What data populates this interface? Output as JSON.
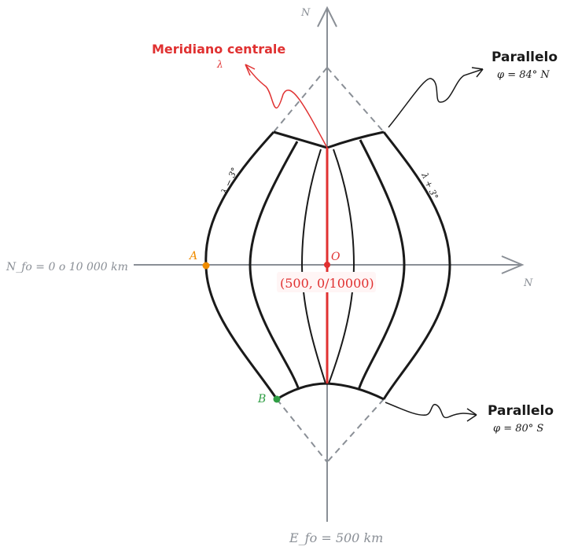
{
  "axes": {
    "vertical_label": "N",
    "horizontal_label": "N",
    "horizontal_axis_caption": "N_fo = 0 o 10 000 km",
    "vertical_axis_caption": "E_fo = 500 km"
  },
  "labels": {
    "central_meridian_title": "Meridiano centrale",
    "central_meridian_symbol": "λ",
    "parallel_north_title": "Parallelo",
    "parallel_north_value": "φ = 84° N",
    "parallel_south_title": "Parallelo",
    "parallel_south_value": "φ = 80° S",
    "meridian_left": "λ − 3°",
    "meridian_right": "λ + 3°",
    "origin": "O",
    "origin_coords": "(500, 0/10000)",
    "point_a": "A",
    "point_b": "B"
  },
  "colors": {
    "axis": "#8a8f96",
    "grid": "#1a1a1a",
    "accent_red": "#e03131",
    "point_a": "#f08c00",
    "point_b": "#2f9e44",
    "coords_bg": "#fff5f5"
  }
}
